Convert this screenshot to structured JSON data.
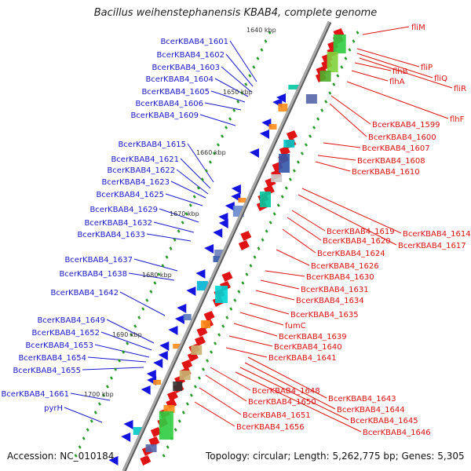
{
  "title": "Bacillus weihenstephanensis KBAB4, complete genome",
  "footer": {
    "accession": "Accession: NC_010184",
    "stats": "Topology: circular; Length: 5,262,775 bp; Genes: 5,305"
  },
  "colors": {
    "left_label": "#1a1acc",
    "right_label": "#dd1111",
    "backbone": "#9a9a9a"
  },
  "kbp_marks": [
    "1640 kbp",
    "1650 kbp",
    "1660 kbp",
    "1670 kbp",
    "1680 kbp",
    "1690 kbp",
    "1700 kbp"
  ],
  "left_labels": [
    "BcerKBAB4_1601",
    "BcerKBAB4_1602",
    "BcerKBAB4_1603",
    "BcerKBAB4_1604",
    "BcerKBAB4_1605",
    "BcerKBAB4_1606",
    "BcerKBAB4_1609",
    "BcerKBAB4_1615",
    "BcerKBAB4_1621",
    "BcerKBAB4_1622",
    "BcerKBAB4_1623",
    "BcerKBAB4_1625",
    "BcerKBAB4_1629",
    "BcerKBAB4_1632",
    "BcerKBAB4_1633",
    "BcerKBAB4_1637",
    "BcerKBAB4_1638",
    "BcerKBAB4_1642",
    "BcerKBAB4_1649",
    "BcerKBAB4_1652",
    "BcerKBAB4_1653",
    "BcerKBAB4_1654",
    "BcerKBAB4_1655",
    "BcerKBAB4_1661",
    "pyrH"
  ],
  "right_labels": [
    "fliM",
    "fliP",
    "fliQ",
    "fliR",
    "flhB",
    "flhA",
    "flhF",
    "BcerKBAB4_1599",
    "BcerKBAB4_1600",
    "BcerKBAB4_1607",
    "BcerKBAB4_1608",
    "BcerKBAB4_1610",
    "BcerKBAB4_1614",
    "BcerKBAB4_1617",
    "BcerKBAB4_1619",
    "BcerKBAB4_1620",
    "BcerKBAB4_1624",
    "BcerKBAB4_1626",
    "BcerKBAB4_1630",
    "BcerKBAB4_1631",
    "BcerKBAB4_1634",
    "BcerKBAB4_1635",
    "fumC",
    "BcerKBAB4_1639",
    "BcerKBAB4_1640",
    "BcerKBAB4_1641",
    "BcerKBAB4_1643",
    "BcerKBAB4_1644",
    "BcerKBAB4_1645",
    "BcerKBAB4_1646",
    "BcerKBAB4_1648",
    "BcerKBAB4_1650",
    "BcerKBAB4_1651",
    "BcerKBAB4_1656"
  ]
}
